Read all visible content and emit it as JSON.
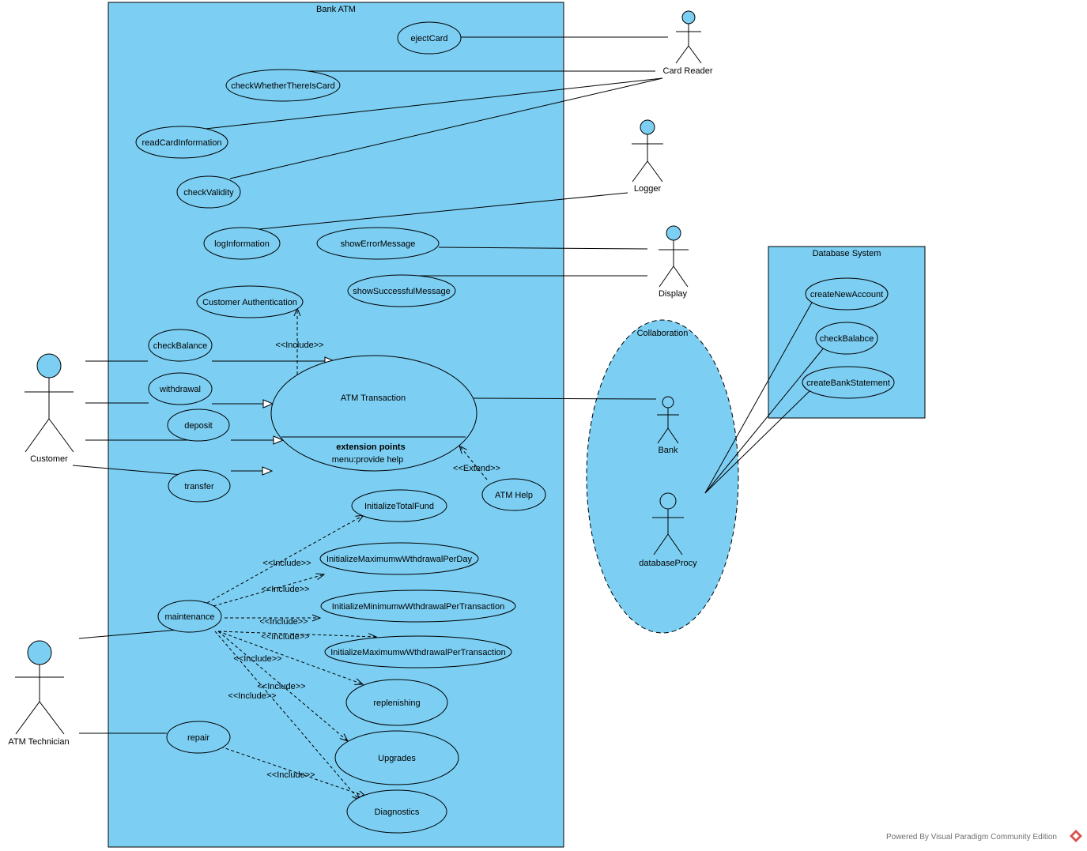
{
  "system": {
    "title": "Bank ATM"
  },
  "database_system": {
    "title": "Database System"
  },
  "collaboration": {
    "title": "Collaboration"
  },
  "actors": {
    "card_reader": "Card Reader",
    "logger": "Logger",
    "display": "Display",
    "customer": "Customer",
    "atm_technician": "ATM Technician",
    "bank": "Bank",
    "database_proxy": "databaseProcy"
  },
  "use_cases": {
    "eject_card": "ejectCard",
    "check_whether_there_is_card": "checkWhetherThereIsCard",
    "read_card_information": "readCardInformation",
    "check_validity": "checkValidity",
    "log_information": "logInformation",
    "show_error_message": "showErrorMessage",
    "show_successful_message": "showSuccessfulMessage",
    "customer_authentication": "Customer Authentication",
    "check_balance": "checkBalance",
    "withdrawal": "withdrawal",
    "deposit": "deposit",
    "transfer": "transfer",
    "atm_transaction": "ATM Transaction",
    "extension_points_heading": "extension points",
    "extension_point": "menu:provide help",
    "atm_help": "ATM Help",
    "initialize_total_fund": "InitializeTotalFund",
    "initialize_max_withdrawal_per_day": "InitializeMaximumwWthdrawalPerDay",
    "initialize_min_withdrawal_per_transaction": "InitializeMinimumwWthdrawalPerTransaction",
    "initialize_max_withdrawal_per_transaction": "InitializeMaximumwWthdrawalPerTransaction",
    "maintenance": "maintenance",
    "replenishing": "replenishing",
    "upgrades": "Upgrades",
    "repair": "repair",
    "diagnostics": "Diagnostics",
    "create_new_account": "createNewAccount",
    "check_balabce": "checkBalabce",
    "create_bank_statement": "createBankStatement"
  },
  "stereotypes": {
    "include": "<<Include>>",
    "extend": "<<Extend>>"
  },
  "footer": {
    "text": "Powered By  Visual Paradigm Community Edition"
  },
  "colors": {
    "fill": "#7ccff3",
    "stroke": "#000000"
  }
}
